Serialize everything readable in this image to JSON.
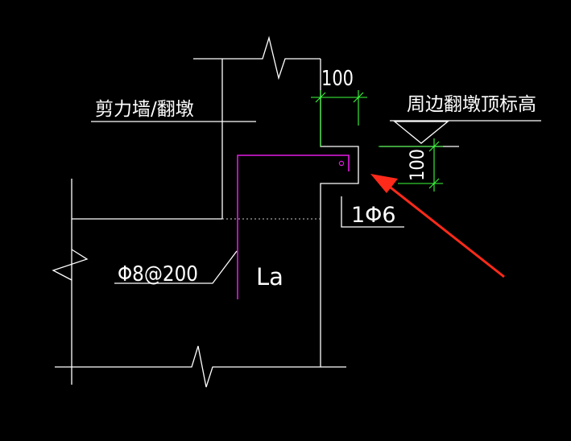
{
  "drawing": {
    "labels": {
      "wall_curb": "剪力墙/翻墩",
      "curb_top_elevation": "周边翻墩顶标高",
      "dim_top": "100",
      "dim_side": "100",
      "bar_corner": "1Φ6",
      "stirrup": "Φ8@200",
      "anchorage": "La"
    },
    "colors": {
      "background": "#000000",
      "lines": "#ffffff",
      "dimension": "#00ff00",
      "rebar": "#ff00ff",
      "arrow": "#ff2a1a"
    }
  }
}
